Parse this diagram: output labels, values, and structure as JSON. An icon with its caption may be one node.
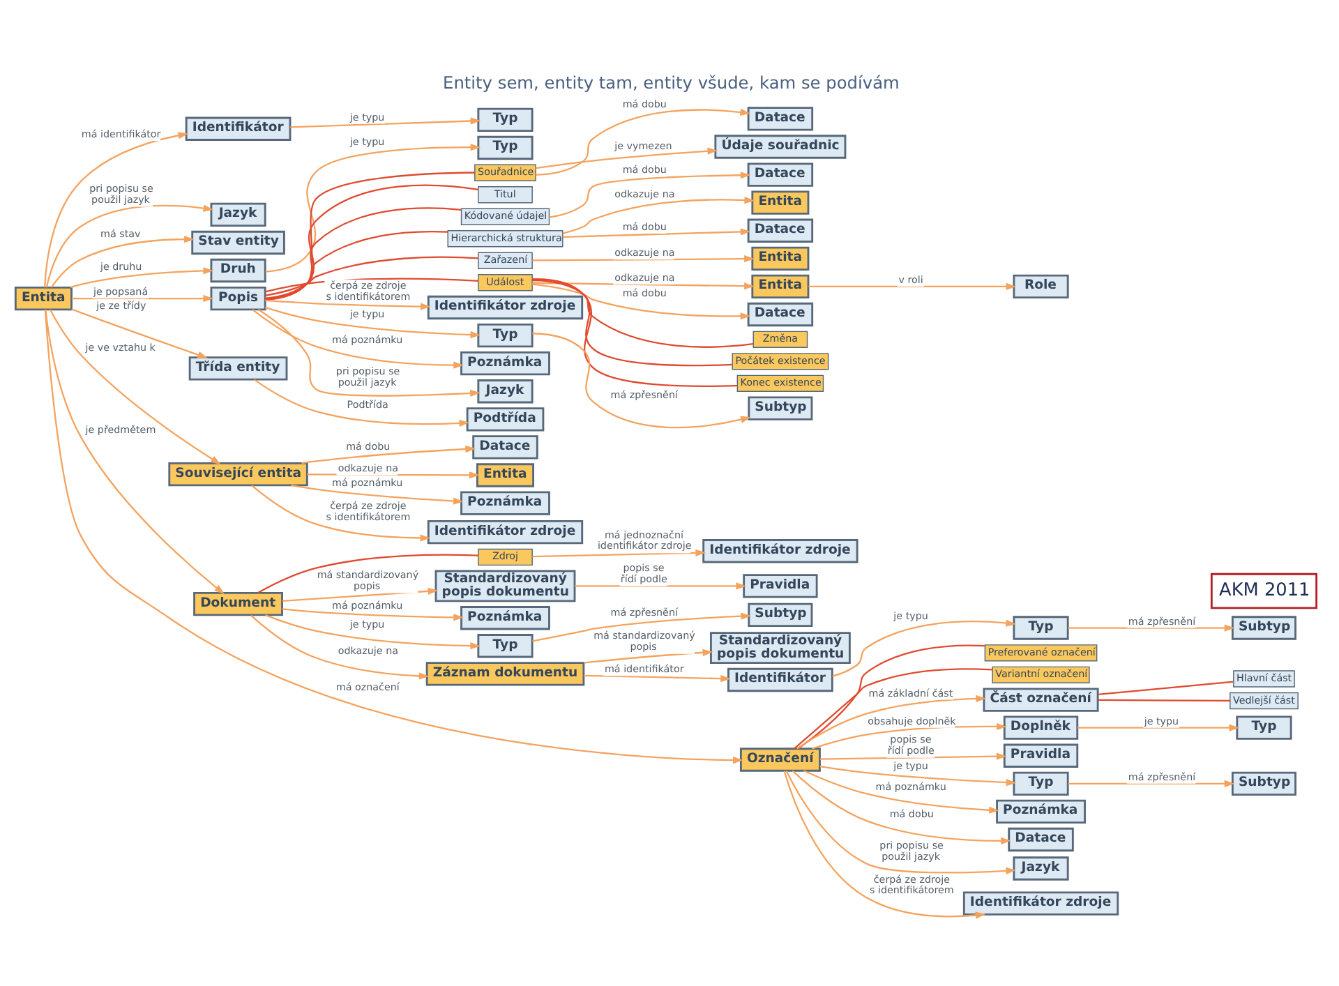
{
  "diagram": {
    "title": "Entity sem, entity tam, entity všude, kam se podívám",
    "nodes": [
      {
        "text": [
          "Typ"
        ]
      },
      {
        "text": [
          "Identifikátor"
        ]
      },
      {
        "text": [
          "Datace"
        ]
      },
      {
        "text": [
          "Údaje souřadnic"
        ]
      },
      {
        "text": [
          "Entita"
        ]
      },
      {
        "text": [
          "Datace"
        ]
      },
      {
        "text": [
          "Datace"
        ]
      },
      {
        "text": [
          "Entita"
        ]
      },
      {
        "text": [
          "Role"
        ]
      },
      {
        "text": [
          "Entita"
        ]
      },
      {
        "text": [
          "Datace"
        ]
      },
      {
        "text": [
          "Typ"
        ]
      },
      {
        "text": [
          "Jazyk"
        ]
      },
      {
        "text": [
          "Podtřída"
        ]
      },
      {
        "text": [
          "Stav entity"
        ]
      },
      {
        "text": [
          "Souřadnice"
        ]
      },
      {
        "text": [
          "Titul"
        ]
      },
      {
        "text": [
          "Kódované údajel"
        ]
      },
      {
        "text": [
          "Hierarchická struktura"
        ]
      },
      {
        "text": [
          "Zařazení"
        ]
      },
      {
        "text": [
          "Událost"
        ]
      },
      {
        "text": [
          "Změna"
        ]
      },
      {
        "text": [
          "Počátek existence"
        ]
      },
      {
        "text": [
          "Konec existence"
        ]
      },
      {
        "text": [
          "Druh"
        ]
      },
      {
        "text": [
          "Popis"
        ]
      },
      {
        "text": [
          "Třída entity"
        ]
      },
      {
        "text": [
          "Identifikátor zdroje"
        ]
      },
      {
        "text": [
          "Související entita"
        ]
      },
      {
        "text": [
          "Typ"
        ]
      },
      {
        "text": [
          "Poznámka"
        ]
      },
      {
        "text": [
          "Entita"
        ]
      },
      {
        "text": [
          "Jazyk"
        ]
      },
      {
        "text": [
          "Datace"
        ]
      },
      {
        "text": [
          "Subtyp"
        ]
      },
      {
        "text": [
          "Dokument"
        ]
      },
      {
        "text": [
          "Subtyp"
        ]
      },
      {
        "text": [
          "Entita"
        ]
      },
      {
        "text": [
          "Poznámka"
        ]
      },
      {
        "text": [
          "Zdroj"
        ]
      },
      {
        "text": [
          "Preferované označení"
        ]
      },
      {
        "text": [
          "Identifikátor zdroje"
        ]
      },
      {
        "text": [
          "Identifikátor zdroje"
        ]
      },
      {
        "text": [
          "Variantní označení"
        ]
      },
      {
        "text": [
          "Hlavní část"
        ]
      },
      {
        "text": [
          "Označení"
        ]
      },
      {
        "text": [
          "Vedlejší část"
        ]
      },
      {
        "text": [
          "Typ"
        ]
      },
      {
        "text": [
          "Standardizovaný popis dokumentu"
        ]
      },
      {
        "text": [
          "Standardizovaný popis dokumentu"
        ]
      },
      {
        "text": [
          "Část označení"
        ]
      },
      {
        "text": [
          "Identifikátor"
        ]
      },
      {
        "text": [
          "Poznámka"
        ]
      },
      {
        "text": [
          "Doplněk"
        ]
      },
      {
        "text": [
          "Typ"
        ]
      },
      {
        "text": [
          "Typ"
        ]
      },
      {
        "text": [
          "Pravidla"
        ]
      },
      {
        "text": [
          "Pravidla"
        ]
      },
      {
        "text": [
          "Typ"
        ]
      },
      {
        "text": [
          "Poznámka"
        ]
      },
      {
        "text": [
          "Subtyp"
        ]
      },
      {
        "text": [
          "Datace"
        ]
      },
      {
        "text": [
          "Záznam dokumentu"
        ]
      },
      {
        "text": [
          "Subtyp"
        ]
      },
      {
        "text": [
          "Jazyk"
        ]
      },
      {
        "text": [
          "Identifikátor zdroje"
        ]
      }
    ],
    "edges": [
      {
        "from": 31,
        "to": 28,
        "arrow": "to",
        "label": "je ve vztahu k"
      },
      {
        "from": 31,
        "to": 26,
        "arrow": "to",
        "label": "je ze třídy"
      },
      {
        "from": 31,
        "to": 24,
        "arrow": "to",
        "label": "je druhu"
      },
      {
        "from": 31,
        "to": 12,
        "arrow": "to",
        "label": "pri popisu se použil jazyk"
      },
      {
        "from": 31,
        "to": 14,
        "arrow": "to",
        "label": "má stav"
      },
      {
        "from": 31,
        "to": 1,
        "arrow": "to",
        "label": "má identifikátor"
      },
      {
        "from": 31,
        "to": 25,
        "arrow": "to",
        "label": "je popsaná"
      },
      {
        "from": 31,
        "to": 35,
        "arrow": "to",
        "label": "je předmětem"
      },
      {
        "from": 31,
        "to": 45,
        "arrow": "to",
        "label": "má označení"
      },
      {
        "from": 24,
        "to": 11,
        "arrow": "to",
        "label": "je typu"
      },
      {
        "from": 26,
        "to": 13,
        "arrow": "to",
        "label": "Podtřída"
      },
      {
        "from": 1,
        "to": 0,
        "arrow": "to",
        "label": "je typu"
      },
      {
        "from": 25,
        "to": 15,
        "arrow": "none",
        "color": "#e04a2f"
      },
      {
        "from": 25,
        "to": 16,
        "arrow": "none",
        "color": "#e04a2f"
      },
      {
        "from": 25,
        "to": 17,
        "arrow": "none",
        "color": "#e04a2f"
      },
      {
        "from": 25,
        "to": 18,
        "arrow": "none",
        "color": "#e04a2f"
      },
      {
        "from": 25,
        "to": 19,
        "arrow": "none",
        "color": "#e04a2f"
      },
      {
        "from": 25,
        "to": 20,
        "arrow": "none",
        "color": "#e04a2f"
      },
      {
        "from": 15,
        "to": 3,
        "arrow": "to",
        "label": "je vymezen"
      },
      {
        "from": 15,
        "to": 2,
        "arrow": "to",
        "label": "má dobu"
      },
      {
        "from": 17,
        "to": 5,
        "arrow": "to",
        "label": "má dobu"
      },
      {
        "from": 18,
        "to": 6,
        "arrow": "to",
        "label": "má dobu"
      },
      {
        "from": 18,
        "to": 4,
        "arrow": "to",
        "label": "odkazuje na"
      },
      {
        "from": 19,
        "to": 9,
        "arrow": "to",
        "label": "odkazuje na"
      },
      {
        "from": 20,
        "to": 7,
        "arrow": "to",
        "label": "odkazuje na"
      },
      {
        "from": 20,
        "to": 10,
        "arrow": "to",
        "label": "má dobu"
      },
      {
        "from": 7,
        "to": 8,
        "arrow": "to",
        "label": "v roli"
      },
      {
        "from": 20,
        "to": 21,
        "arrow": "none",
        "color": "#e04a2f"
      },
      {
        "from": 20,
        "to": 22,
        "arrow": "none",
        "color": "#e04a2f"
      },
      {
        "from": 20,
        "to": 23,
        "arrow": "none",
        "color": "#e04a2f"
      },
      {
        "from": 25,
        "to": 27,
        "arrow": "to",
        "label": "čerpá ze zdroje s identifikátorem"
      },
      {
        "from": 25,
        "to": 29,
        "arrow": "to",
        "label": "je typu"
      },
      {
        "from": 25,
        "to": 32,
        "arrow": "to",
        "label": "pri popisu se použil jazyk"
      },
      {
        "from": 25,
        "to": 30,
        "arrow": "to",
        "label": "má poznámku"
      },
      {
        "from": 29,
        "to": 34,
        "arrow": "to",
        "label": "má zpřesnění"
      },
      {
        "from": 28,
        "to": 33,
        "arrow": "to",
        "label": "má dobu"
      },
      {
        "from": 28,
        "to": 37,
        "arrow": "to",
        "label": "odkazuje na"
      },
      {
        "from": 28,
        "to": 41,
        "arrow": "to",
        "label": "čerpá ze zdroje s identifikátorem"
      },
      {
        "from": 28,
        "to": 38,
        "arrow": "to",
        "label": "má poznámku"
      },
      {
        "from": 35,
        "to": 39,
        "arrow": "none",
        "color": "#e04a2f"
      },
      {
        "from": 39,
        "to": 42,
        "arrow": "to",
        "label": "má jednoznační identifikátor zdroje"
      },
      {
        "from": 35,
        "to": 49,
        "arrow": "to",
        "label": "má standardizovaný popis"
      },
      {
        "from": 35,
        "to": 52,
        "arrow": "to",
        "label": "má poznámku"
      },
      {
        "from": 35,
        "to": 55,
        "arrow": "to",
        "label": "je typu"
      },
      {
        "from": 35,
        "to": 62,
        "arrow": "to",
        "label": "odkazuje na"
      },
      {
        "from": 49,
        "to": 56,
        "arrow": "to",
        "label": "popis se řídí podle"
      },
      {
        "from": 55,
        "to": 63,
        "arrow": "to",
        "label": "má zpřesnění"
      },
      {
        "from": 62,
        "to": 48,
        "arrow": "to",
        "label": "má standardizovaný popis"
      },
      {
        "from": 62,
        "to": 51,
        "arrow": "to",
        "label": "má identifikátor"
      },
      {
        "from": 51,
        "to": 47,
        "arrow": "to",
        "label": "je typu"
      },
      {
        "from": 47,
        "to": 36,
        "arrow": "to",
        "label": "má zpřesnění"
      },
      {
        "from": 45,
        "to": 40,
        "arrow": "none",
        "color": "#e04a2f"
      },
      {
        "from": 45,
        "to": 43,
        "arrow": "none",
        "color": "#e04a2f"
      },
      {
        "from": 45,
        "to": 50,
        "arrow": "to",
        "label": "má základní část"
      },
      {
        "from": 50,
        "to": 44,
        "arrow": "none",
        "color": "#e04a2f"
      },
      {
        "from": 50,
        "to": 46,
        "arrow": "none",
        "color": "#e04a2f"
      },
      {
        "from": 45,
        "to": 53,
        "arrow": "to",
        "label": "obsahuje doplněk"
      },
      {
        "from": 53,
        "to": 54,
        "arrow": "to",
        "label": "je typu"
      },
      {
        "from": 45,
        "to": 58,
        "arrow": "to",
        "label": "je typu"
      },
      {
        "from": 58,
        "to": 60,
        "arrow": "to",
        "label": "má zpřesnění"
      },
      {
        "from": 45,
        "to": 64,
        "arrow": "to",
        "label": "pri popisu se použil jazyk"
      },
      {
        "from": 45,
        "to": 57,
        "arrow": "to",
        "label": "popis se řídí podle"
      },
      {
        "from": 45,
        "to": 61,
        "arrow": "to",
        "label": "má dobu"
      },
      {
        "from": 45,
        "to": 65,
        "arrow": "to",
        "label": "čerpá ze zdroje s identifikátorem"
      },
      {
        "from": 45,
        "to": 59,
        "arrow": "to",
        "label": "má poznámku"
      }
    ],
    "labels": [
      "AKM 2011"
    ]
  }
}
